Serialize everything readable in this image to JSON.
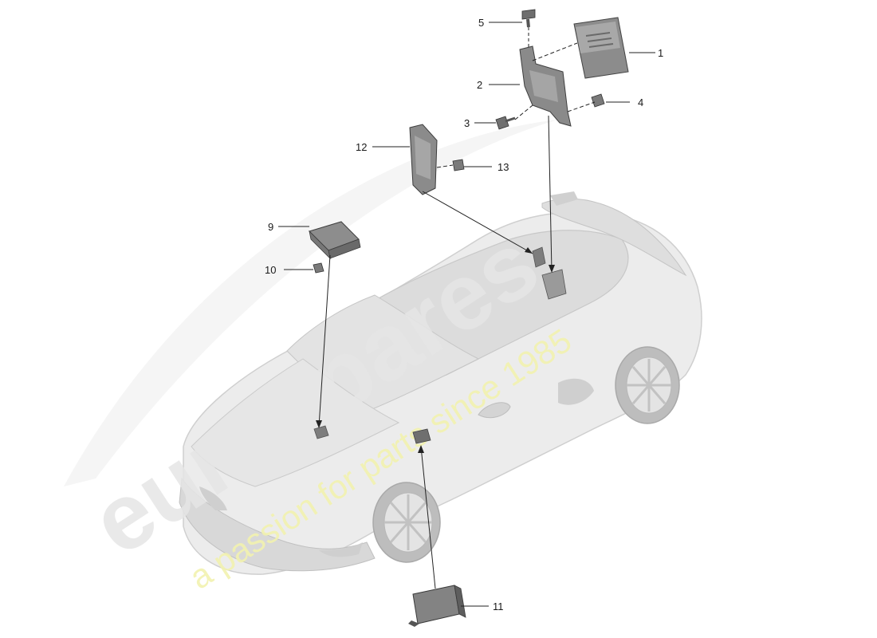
{
  "watermark": {
    "brand": "eurospares",
    "tagline": "a passion for parts since 1985",
    "brand_color": "#e6e6e6",
    "tagline_color": "#f2f2b0"
  },
  "callouts": [
    {
      "id": "1",
      "label": "1"
    },
    {
      "id": "2",
      "label": "2"
    },
    {
      "id": "3",
      "label": "3"
    },
    {
      "id": "4",
      "label": "4"
    },
    {
      "id": "5",
      "label": "5"
    },
    {
      "id": "9",
      "label": "9"
    },
    {
      "id": "10",
      "label": "10"
    },
    {
      "id": "11",
      "label": "11"
    },
    {
      "id": "12",
      "label": "12"
    },
    {
      "id": "13",
      "label": "13"
    }
  ],
  "colors": {
    "line": "#222222",
    "part_dark": "#6b6b6b",
    "part_mid": "#9a9a9a",
    "part_light": "#c4c4c4",
    "car_body": "#e9e9e9",
    "car_shade": "#d2d2d2"
  }
}
